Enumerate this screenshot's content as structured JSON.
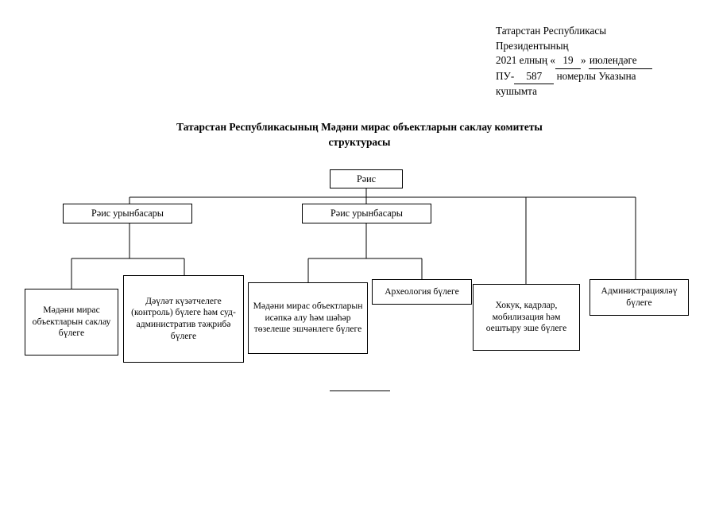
{
  "document": {
    "header": {
      "line1": "Татарстан Республикасы",
      "line2": "Президентының",
      "line3_prefix": "2021 елның «",
      "day_value": "19",
      "line3_mid": "»",
      "month_value": "июлендәге",
      "line4_prefix": "ПУ-",
      "decree_number": "587",
      "line4_suffix": "номерлы Указына",
      "line5": "кушымта"
    },
    "title": {
      "line1": "Татарстан Республикасының Мәдәни мирас объектларын саклау комитеты",
      "line2": "структурасы"
    },
    "footer_rule": "—"
  },
  "org_chart": {
    "root": {
      "label": "Рәис"
    },
    "deputies": [
      {
        "label": "Рәис урынбасары"
      },
      {
        "label": "Рәис урынбасары"
      }
    ],
    "departments": [
      {
        "label": "Мәдәни мирас объектларын саклау бүлеге"
      },
      {
        "label": "Дәүләт күзәтчелеге (контроль) бүлеге һәм суд-административ тәҗрибә бүлеге"
      },
      {
        "label": "Мәдәни мирас объектларын исәпкә алу һәм шәһәр төзелеше эшчәнлеге бүлеге"
      },
      {
        "label": "Археология бүлеге"
      },
      {
        "label": "Хокук, кадрлар, мобилизация һәм оештыру эше бүлеге"
      },
      {
        "label": "Администрацияләү бүлеге"
      }
    ]
  },
  "style": {
    "line_color": "#000000",
    "text_color": "#000000",
    "page_background": "#ffffff"
  }
}
